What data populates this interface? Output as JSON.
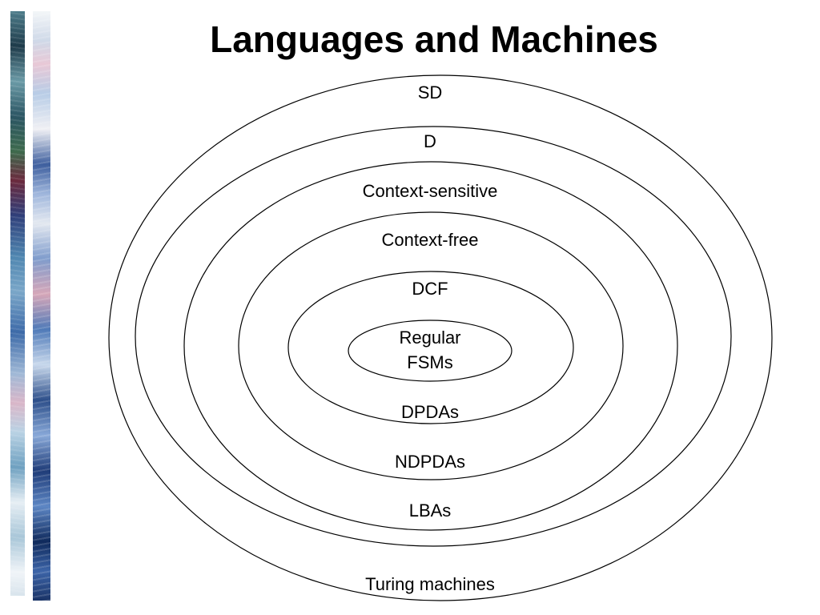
{
  "slide": {
    "title": "Languages and Machines"
  },
  "diagram": {
    "labels": {
      "sd": "SD",
      "d": "D",
      "context_sensitive": "Context-sensitive",
      "context_free": "Context-free",
      "dcf": "DCF",
      "regular": "Regular",
      "fsms": "FSMs",
      "dpdas": "DPDAs",
      "ndpdas": "NDPDAs",
      "lbas": "LBAs",
      "turing_machines": "Turing machines"
    }
  }
}
